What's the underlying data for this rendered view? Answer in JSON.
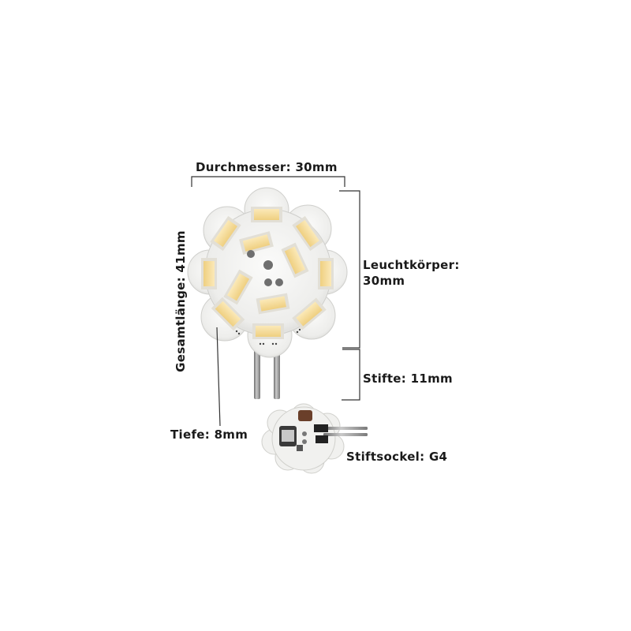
{
  "labels": {
    "diameter": "Durchmesser: 30mm",
    "body_line1": "Leuchtkörper:",
    "body_line2": "30mm",
    "pins": "Stifte: 11mm",
    "total_length": "Gesamtlänge: 41mm",
    "depth": "Tiefe: 8mm",
    "socket": "Stiftsockel: G4"
  },
  "colors": {
    "background": "#ffffff",
    "board": "#f3f3f1",
    "led_yellow": "#f5dc9c",
    "led_frame": "#e2dfd6",
    "pin_metal": "#9c9c9c",
    "dimension_line": "#333333",
    "text": "#1a1a1a"
  },
  "icons": {
    "main_product": "g4-led-board-icon",
    "side_view": "g4-led-side-view-icon"
  },
  "led_count": 12
}
